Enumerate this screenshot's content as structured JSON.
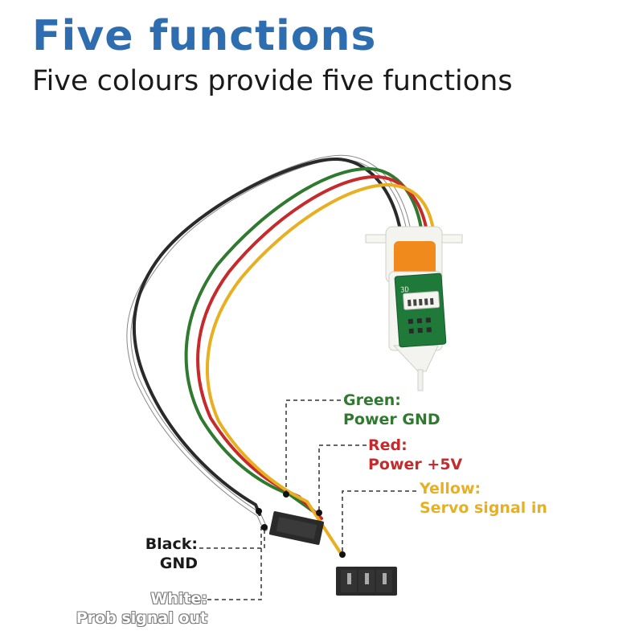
{
  "header": {
    "title": "Five functions",
    "subtitle": "Five colours provide five functions"
  },
  "wires": [
    {
      "color_name": "Green",
      "function": "Power GND",
      "color": "#2f7a2f"
    },
    {
      "color_name": "Red",
      "function": "Power +5V",
      "color": "#c62a2a"
    },
    {
      "color_name": "Yellow",
      "function": "Servo signal in",
      "color": "#e8b021"
    },
    {
      "color_name": "Black",
      "function": "GND",
      "color": "#1a1a1a"
    },
    {
      "color_name": "White",
      "function": "Prob signal out",
      "color": "#ffffff"
    }
  ],
  "labels": {
    "green_name": "Green:",
    "green_func": "Power GND",
    "red_name": "Red:",
    "red_func": "Power +5V",
    "yellow_name": "Yellow:",
    "yellow_func": "Servo signal in",
    "black_name": "Black:",
    "black_func": "GND",
    "white_name": "White:",
    "white_func": "Prob signal out"
  },
  "pcb": {
    "silkscreen": "3D"
  },
  "colors": {
    "title": "#2e6eb0",
    "pcb": "#1f7a3a",
    "sensor_body": "#f3f3f0",
    "orange_core": "#f08a1c"
  }
}
